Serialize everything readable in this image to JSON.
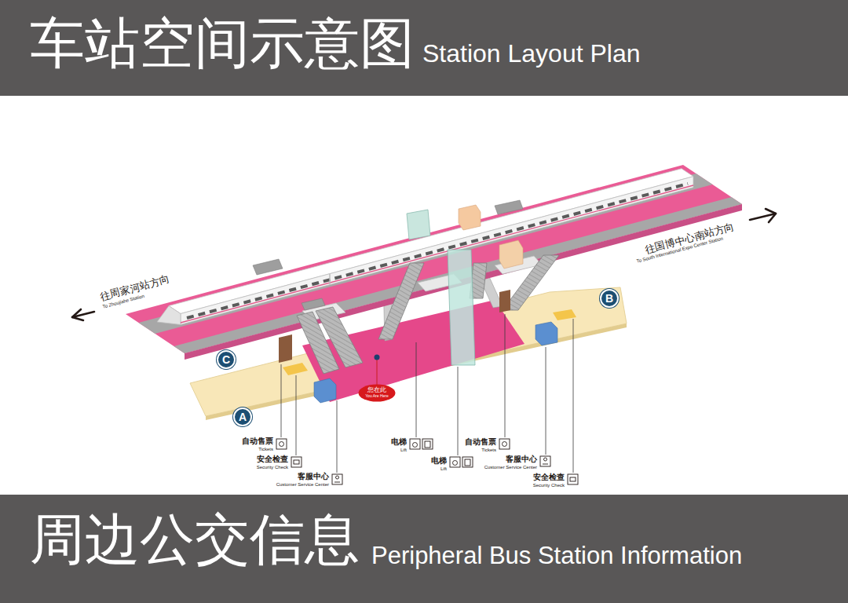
{
  "diagram": {
    "nodes": [
      {
        "text": [
          "车站空间示意图",
          "Station Layout Plan"
        ]
      },
      {
        "text": [
          "C"
        ]
      },
      {
        "text": [
          "A"
        ]
      },
      {
        "text": [
          "您在此",
          "You Are Here"
        ]
      },
      {
        "text": [
          "B"
        ]
      },
      {
        "text": [
          "周边公交信息",
          "Peripheral Bus Station Information"
        ]
      }
    ],
    "labels": [
      "往周家河站方向",
      "To Zhoujiahe Station",
      "往国博中心南站方向",
      "To South International Expo Center Station",
      "自动售票",
      "Tickets",
      "安全检查",
      "Security Check",
      "客服中心",
      "Customer Service Center",
      "电梯",
      "Lift",
      "电梯",
      "Lift",
      "自动售票",
      "Tickets",
      "客服中心",
      "Customer Service Center",
      "安全检查",
      "Security Check"
    ]
  }
}
